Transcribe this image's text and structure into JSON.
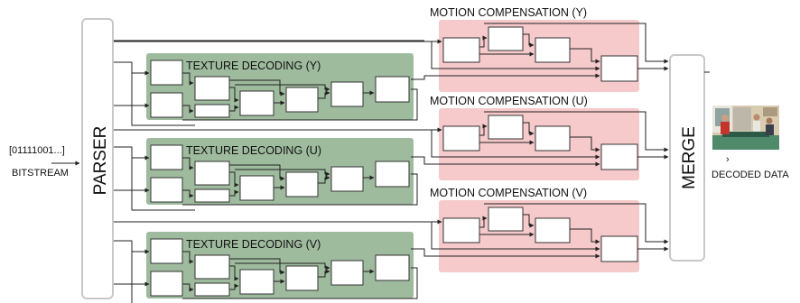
{
  "input": {
    "bits": "[01111001...]",
    "label": "BITSTREAM"
  },
  "parser": {
    "label": "PARSER"
  },
  "merge": {
    "label": "MERGE"
  },
  "output": {
    "label": "DECODED DATA",
    "caret": "›"
  },
  "texture_blocks": [
    {
      "title": "TEXTURE DECODING (Y)"
    },
    {
      "title": "TEXTURE DECODING (U)"
    },
    {
      "title": "TEXTURE DECODING (V)"
    }
  ],
  "motion_blocks": [
    {
      "title": "MOTION COMPENSATION (Y)"
    },
    {
      "title": "MOTION COMPENSATION (U)"
    },
    {
      "title": "MOTION COMPENSATION (V)"
    }
  ],
  "colors": {
    "texture_fill": "#9fbb9e",
    "motion_fill": "#f6c9cb",
    "line": "#222222",
    "box_stroke": "#333333",
    "parser_stroke": "#c8c8c8"
  }
}
